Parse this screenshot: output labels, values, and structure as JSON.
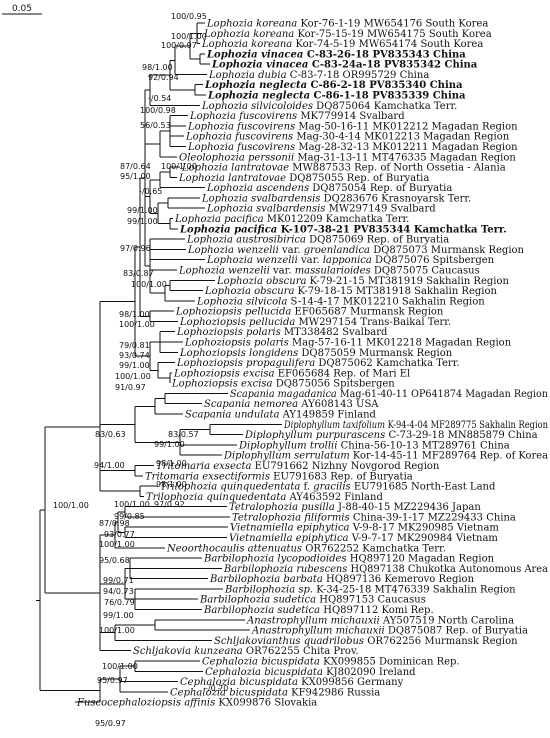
{
  "scale_bar": {
    "label": "0.05"
  },
  "taxa": [
    {
      "genus": "Lophozia",
      "species": "koreana",
      "voucher": "Kor-76-1-19",
      "accession": "MW654176",
      "location": "South Korea"
    },
    {
      "genus": "Lophozia",
      "species": "koreana",
      "voucher": "Kor-75-15-19",
      "accession": "MW654175",
      "location": "South Korea"
    },
    {
      "genus": "Lophozia",
      "species": "koreana",
      "voucher": "Kor-74-5-19",
      "accession": "MW654174",
      "location": "South Korea"
    },
    {
      "genus": "Lophozia",
      "species": "vinacea",
      "voucher": "C-83-26-18",
      "accession": "PV835343",
      "location": "China",
      "highlight": true
    },
    {
      "genus": "Lophozia",
      "species": "vinacea",
      "voucher": "C-83-24a-18",
      "accession": "PV835342",
      "location": "China",
      "highlight": true
    },
    {
      "genus": "Lophozia",
      "species": "dubia",
      "voucher": "C-83-7-18",
      "accession": "OR995729",
      "location": "China"
    },
    {
      "genus": "Lophozia",
      "species": "neglecta",
      "voucher": "C-86-2-18",
      "accession": "PV835340",
      "location": "China",
      "highlight": true
    },
    {
      "genus": "Lophozia",
      "species": "neglecta",
      "voucher": "C-86-1-18",
      "accession": "PV835339",
      "location": "China",
      "highlight": true
    },
    {
      "genus": "Lophozia",
      "species": "silvicoloides",
      "voucher": "",
      "accession": "DQ875064",
      "location": "Kamchatka Terr."
    },
    {
      "genus": "Lophozia",
      "species": "fuscovirens",
      "voucher": "",
      "accession": "MK779914",
      "location": "Svalbard"
    },
    {
      "genus": "Lophozia",
      "species": "fuscovirens",
      "voucher": "Mag-50-16-11",
      "accession": "MK012212",
      "location": "Magadan Region"
    },
    {
      "genus": "Lophozia",
      "species": "fuscovirens",
      "voucher": "Mag-30-4-14",
      "accession": "MK012213",
      "location": "Magadan Region"
    },
    {
      "genus": "Lophozia",
      "species": "fuscovirens",
      "voucher": "Mag-28-32-13",
      "accession": "MK012211",
      "location": "Magadan Region"
    },
    {
      "genus": "Oleolophozia",
      "species": "perssonii",
      "voucher": "Mag-31-13-11",
      "accession": "MT476335",
      "location": "Magadan Region"
    },
    {
      "genus": "Lophozia",
      "species": "lantratovae",
      "voucher": "",
      "accession": "MW887533",
      "location": "Rep. of North Ossetia - Alania"
    },
    {
      "genus": "Lophozia",
      "species": "lantratovae",
      "voucher": "",
      "accession": "DQ875055",
      "location": "Rep. of Buryatia"
    },
    {
      "genus": "Lophozia",
      "species": "ascendens",
      "voucher": "",
      "accession": "DQ875054",
      "location": "Rep. of Buryatia"
    },
    {
      "genus": "Lophozia",
      "species": "svalbardensis",
      "voucher": "",
      "accession": "DQ283676",
      "location": "Krasnoyarsk Terr."
    },
    {
      "genus": "Lophozia",
      "species": "svalbardensis",
      "voucher": "",
      "accession": "MW297149",
      "location": "Svalbard"
    },
    {
      "genus": "Lophozia",
      "species": "pacifica",
      "voucher": "",
      "accession": "MK012209",
      "location": "Kamchatka Terr."
    },
    {
      "genus": "Lophozia",
      "species": "pacifica",
      "voucher": "K-107-38-21",
      "accession": "PV835344",
      "location": "Kamchatka Terr.",
      "highlight": true
    },
    {
      "genus": "Lophozia",
      "species": "austrosibirica",
      "voucher": "",
      "accession": "DQ875069",
      "location": "Rep. of Buryatia"
    },
    {
      "genus": "Lophozia",
      "species": "wenzelii",
      "infra_rank": "var.",
      "infra_name": "groenlandica",
      "voucher": "",
      "accession": "DQ875073",
      "location": "Murmansk Region"
    },
    {
      "genus": "Lophozia",
      "species": "wenzelii",
      "infra_rank": "var.",
      "infra_name": "lapponica",
      "voucher": "",
      "accession": "DQ875076",
      "location": "Spitsbergen"
    },
    {
      "genus": "Lophozia",
      "species": "wenzelii",
      "infra_rank": "var.",
      "infra_name": "massularioides",
      "voucher": "",
      "accession": "DQ875075",
      "location": "Caucasus"
    },
    {
      "genus": "Lophozia",
      "species": "obscura",
      "voucher": "K-79-21-15",
      "accession": "MT381919",
      "location": "Sakhalin Region"
    },
    {
      "genus": "Lophozia",
      "species": "obscura",
      "voucher": "K-79-18-15",
      "accession": "MT381918",
      "location": "Sakhalin Region"
    },
    {
      "genus": "Lophozia",
      "species": "silvicola",
      "voucher": "S-14-4-17",
      "accession": "MK012210",
      "location": "Sakhalin Region"
    },
    {
      "genus": "Lophoziopsis",
      "species": "pellucida",
      "voucher": "",
      "accession": "EF065687",
      "location": "Murmansk Region"
    },
    {
      "genus": "Lophoziopsis",
      "species": "pellucida",
      "voucher": "",
      "accession": "MW297154",
      "location": "Trans-Baikal Terr."
    },
    {
      "genus": "Lophoziopsis",
      "species": "polaris",
      "voucher": "",
      "accession": "MT338482",
      "location": "Svalbard"
    },
    {
      "genus": "Lophoziopsis",
      "species": "polaris",
      "voucher": "Mag-57-16-11",
      "accession": "MK012218",
      "location": "Magadan Region"
    },
    {
      "genus": "Lophoziopsis",
      "species": "longidens",
      "voucher": "",
      "accession": "DQ875059",
      "location": "Murmansk Region"
    },
    {
      "genus": "Lophoziopsis",
      "species": "propagulifera",
      "voucher": "",
      "accession": "DQ875062",
      "location": "Kamchatka Terr."
    },
    {
      "genus": "Lophoziopsis",
      "species": "excisa",
      "voucher": "",
      "accession": "EF065684",
      "location": "Rep. of Mari El"
    },
    {
      "genus": "Lophoziopsis",
      "species": "excisa",
      "voucher": "",
      "accession": "DQ875056",
      "location": "Spitsbergen"
    },
    {
      "genus": "Scapania",
      "species": "magadanica",
      "voucher": "Mag-61-40-11",
      "accession": "OP641874",
      "location": "Magadan Region"
    },
    {
      "genus": "Scapania",
      "species": "nemorea",
      "voucher": "",
      "accession": "AY608143",
      "location": "USA"
    },
    {
      "genus": "Scapania",
      "species": "undulata",
      "voucher": "",
      "accession": "AY149859",
      "location": "Finland"
    },
    {
      "genus": "Diplophyllum",
      "species": "taxifolium",
      "voucher": "K-94-4-04",
      "accession": "MF289775",
      "location": "Sakhalin Region"
    },
    {
      "genus": "Diplophyllum",
      "species": "purpurascens",
      "voucher": "C-73-29-18",
      "accession": "MN885879",
      "location": "China"
    },
    {
      "genus": "Diplophyllum",
      "species": "trollii",
      "voucher": "China-56-10-13",
      "accession": "MT289761",
      "location": "China"
    },
    {
      "genus": "Diplophyllum",
      "species": "serrulatum",
      "voucher": "Kor-14-45-11",
      "accession": "MF289764",
      "location": "Rep. of Korea"
    },
    {
      "genus": "Tritomaria",
      "species": "exsecta",
      "voucher": "",
      "accession": "EU791662",
      "location": "Nizhny Novgorod Region"
    },
    {
      "genus": "Tritomaria",
      "species": "exsectiformis",
      "voucher": "",
      "accession": "EU791683",
      "location": "Rep. of Buryatia"
    },
    {
      "genus": "Trilophozia",
      "species": "quinquedentata",
      "infra_rank": "f.",
      "infra_name": "gracilis",
      "voucher": "",
      "accession": "EU791685",
      "location": "North-East Land"
    },
    {
      "genus": "Trilophozia",
      "species": "quinquedentata",
      "voucher": "",
      "accession": "AY463592",
      "location": "Finland"
    },
    {
      "genus": "Tetralophozia",
      "species": "pusilla",
      "voucher": "J-88-40-15",
      "accession": "MZ229436",
      "location": "Japan"
    },
    {
      "genus": "Tetralophozia",
      "species": "filiformis",
      "voucher": "China-39-1-17",
      "accession": "MZ229433",
      "location": "China"
    },
    {
      "genus": "Vietnamiella",
      "species": "epiphytica",
      "voucher": "V-9-8-17",
      "accession": "MK290985",
      "location": "Vietnam"
    },
    {
      "genus": "Vietnamiella",
      "species": "epiphytica",
      "voucher": "V-9-7-17",
      "accession": "MK290984",
      "location": "Vietnam"
    },
    {
      "genus": "Neoorthocaulis",
      "species": "attenuatus",
      "voucher": "",
      "accession": "OR762252",
      "location": "Kamchatka Terr."
    },
    {
      "genus": "Barbilophozia",
      "species": "lycopodioides",
      "voucher": "",
      "accession": "HQ897120",
      "location": "Magadan Region"
    },
    {
      "genus": "Barbilophozia",
      "species": "rubescens",
      "voucher": "",
      "accession": "HQ897138",
      "location": "Chukotka Autonomous Area"
    },
    {
      "genus": "Barbilophozia",
      "species": "barbata",
      "voucher": "",
      "accession": "HQ897136",
      "location": "Kemerovo Region"
    },
    {
      "genus": "Barbilophozia",
      "species": "sp.",
      "voucher": "K-34-25-18",
      "accession": "MT476339",
      "location": "Sakhalin Region"
    },
    {
      "genus": "Barbilophozia",
      "species": "sudetica",
      "voucher": "",
      "accession": "HQ897153",
      "location": "Caucasus"
    },
    {
      "genus": "Barbilophozia",
      "species": "sudetica",
      "voucher": "",
      "accession": "HQ897112",
      "location": "Komi Rep."
    },
    {
      "genus": "Anastrophyllum",
      "species": "michauxii",
      "voucher": "",
      "accession": "AY507519",
      "location": "North Carolina"
    },
    {
      "genus": "Anastrophyllum",
      "species": "michauxii",
      "voucher": "",
      "accession": "DQ875087",
      "location": "Rep. of Buryatia"
    },
    {
      "genus": "Schljakovianthus",
      "species": "quadrilobus",
      "voucher": "",
      "accession": "OR762256",
      "location": "Murmansk Region"
    },
    {
      "genus": "Schljakovia",
      "species": "kunzeana",
      "voucher": "",
      "accession": "OR762255",
      "location": "Chita Prov."
    },
    {
      "genus": "Cephalozia",
      "species": "bicuspidata",
      "voucher": "",
      "accession": "KX099855",
      "location": "Dominican Rep."
    },
    {
      "genus": "Cephalozia",
      "species": "bicuspidata",
      "voucher": "",
      "accession": "KJ802090",
      "location": "Ireland"
    },
    {
      "genus": "Cephalozia",
      "species": "bicuspidata",
      "voucher": "",
      "accession": "KX099856",
      "location": "Germany"
    },
    {
      "genus": "Cephalozia",
      "species": "bicuspidata",
      "voucher": "",
      "accession": "KF942986",
      "location": "Russia"
    },
    {
      "genus": "Fuscocephaloziopsis",
      "species": "affinis",
      "voucher": "",
      "accession": "KX099876",
      "location": "Slovakia"
    }
  ],
  "support_values": [
    "100/0.95",
    "100/0.97",
    "100/1.00",
    "98/1.00",
    "92/0.94",
    "-/0.54",
    "100/0.98",
    "56/0.53",
    "100/1.00",
    "87/0.64",
    "95/1.00",
    "-/0.65",
    "99/1.00",
    "99/1.00",
    "97/0.96",
    "83/0.87",
    "100/1.00",
    "98/1.00",
    "100/1.00",
    "79/0.81",
    "93/0.74",
    "99/1.00",
    "100/1.00",
    "91/0.97",
    "83/0.63",
    "83/0.57",
    "99/1.00",
    "98/1.00",
    "98/1.00",
    "94/1.00",
    "97/0.92",
    "100/1.00",
    "99/0.85",
    "100/1.00",
    "87/0.98",
    "93/0.77",
    "100/1.00",
    "95/0.68",
    "99/0.71",
    "94/0.73",
    "76/0.79",
    "99/1.00",
    "100/1.00",
    "100/1.00",
    "95/0.97",
    "95/0.97",
    "-/0.70"
  ]
}
